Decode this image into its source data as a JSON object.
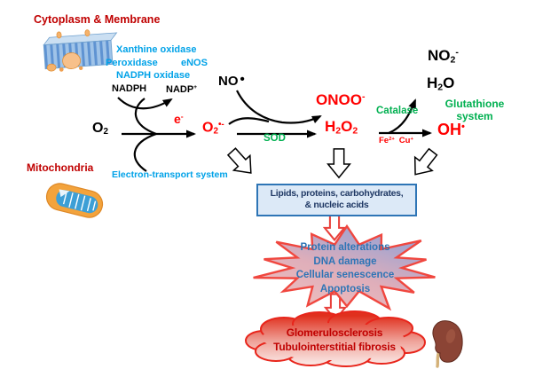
{
  "regions": {
    "cytoplasm_label": "Cytoplasm & Membrane",
    "mitochondria_label": "Mitochondria"
  },
  "enzymes": {
    "xanthine_oxidase": "Xanthine oxidase",
    "peroxidase": "Peroxidase",
    "enos": "eNOS",
    "nadph_oxidase": "NADPH oxidase",
    "electron_transport": "Electron-transport system"
  },
  "antioxidants": {
    "sod": "SOD",
    "catalase": "Catalase",
    "glutathione_line1": "Glutathione",
    "glutathione_line2": "system"
  },
  "species": {
    "nadph": "NADPH",
    "nadp": {
      "base": "NADP",
      "sup": "+"
    },
    "o2": {
      "base": "O",
      "sub": "2"
    },
    "electron": {
      "base": "e",
      "sup": "-"
    },
    "superoxide": {
      "base": "O",
      "sub": "2",
      "sup": "•-"
    },
    "nitric_oxide": {
      "base": "NO",
      "dot": "•"
    },
    "peroxynitrite": {
      "base": "ONOO",
      "sup": "-"
    },
    "hydrogen_peroxide": {
      "p1": "H",
      "s1": "2",
      "p2": "O",
      "s2": "2"
    },
    "nitrite": {
      "base": "NO",
      "sub": "2",
      "sup": "-"
    },
    "water": {
      "p1": "H",
      "s1": "2",
      "p2": "O"
    },
    "hydroxyl": {
      "base": "OH",
      "sup": "•"
    },
    "iron": {
      "base": "Fe",
      "sup": "2+"
    },
    "copper": {
      "base": "Cu",
      "sup": "+"
    }
  },
  "targets_box": {
    "line1": "Lipids, proteins, carbohydrates,",
    "line2": "& nucleic acids"
  },
  "damage_burst": {
    "lines": [
      "Protein alterations",
      "DNA damage",
      "Cellular senescence",
      "Apoptosis"
    ]
  },
  "outcome_cloud": {
    "lines": [
      "Glomerulosclerosis",
      "Tubulointerstitial fibrosis"
    ]
  },
  "icons": {
    "membrane": "cell-membrane",
    "mitochondrion": "mitochondrion",
    "kidney": "kidney"
  },
  "colors": {
    "label_dark_red": "#C00000",
    "species_red": "#FF0000",
    "enzyme_blue": "#00A2E8",
    "antioxidant_green": "#00B050",
    "box_border": "#2E75B6",
    "box_bg": "#DCE9F7",
    "box_text": "#1F3864",
    "burst_text": "#2E75B6",
    "burst_border": "#F0473F",
    "cloud_border": "#E8251B",
    "cloud_text": "#C00000",
    "arrow_black": "#000000",
    "hollow_red": "#E8413C"
  }
}
